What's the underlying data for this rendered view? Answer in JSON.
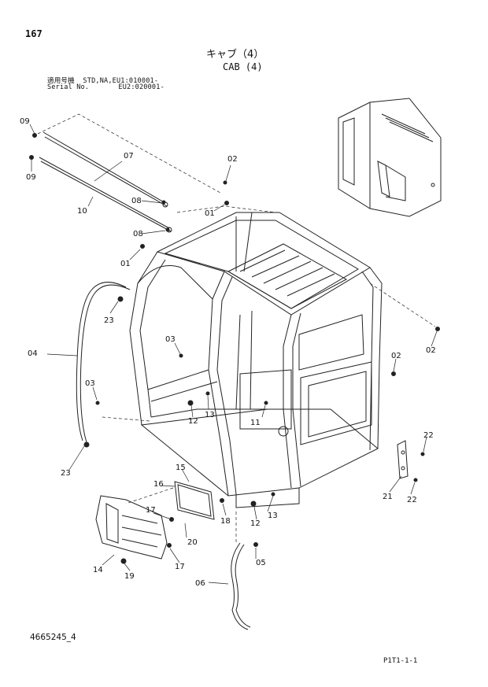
{
  "page_number": "167",
  "title_jp": "キャブ（4）",
  "title_en": "CAB (4)",
  "serial_line1": "適用号機  STD,NA,EU1:010001-",
  "serial_line2": "Serial No.       EU2:020001-",
  "document_id": "4665245_4",
  "page_code": "P1T1-1-1",
  "part_callouts": [
    "09",
    "09",
    "07",
    "10",
    "08",
    "08",
    "02",
    "01",
    "01",
    "23",
    "04",
    "03",
    "03",
    "23",
    "13",
    "12",
    "11",
    "02",
    "02",
    "22",
    "22",
    "21",
    "15",
    "16",
    "17",
    "18",
    "13",
    "12",
    "20",
    "14",
    "19",
    "17",
    "05",
    "06"
  ]
}
